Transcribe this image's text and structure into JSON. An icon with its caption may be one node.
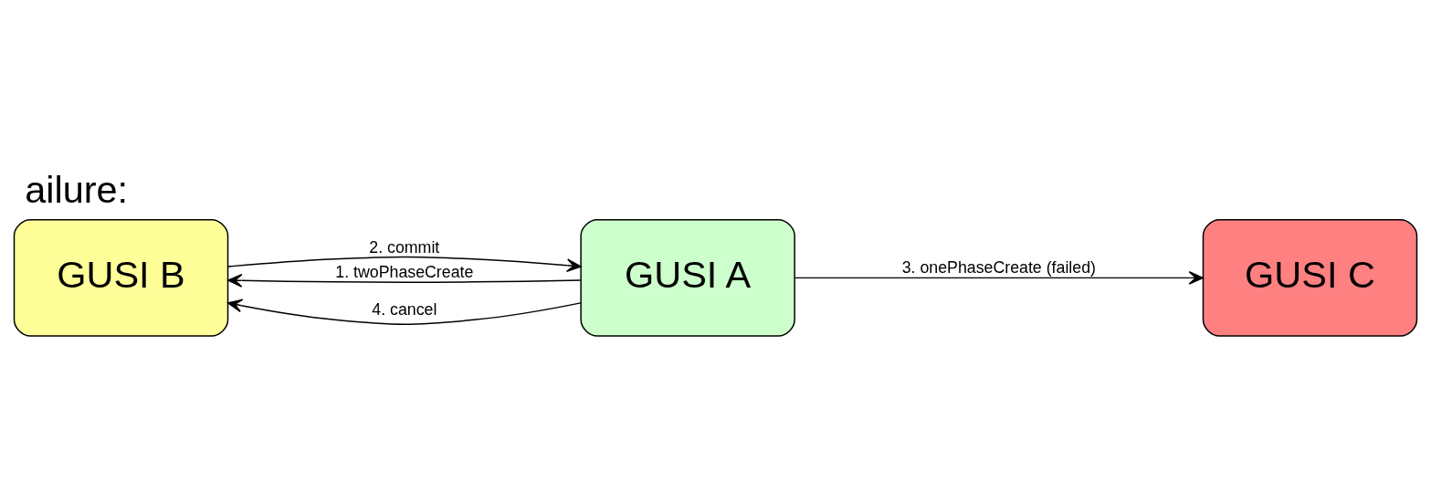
{
  "diagram": {
    "title": "ailure:",
    "nodes": [
      {
        "text": [
          "GUSI B"
        ]
      },
      {
        "text": [
          "GUSI A"
        ]
      },
      {
        "text": [
          "GUSI C"
        ]
      }
    ],
    "edges": [
      {
        "from": 1,
        "to": 0,
        "arrow": "to",
        "label": "1. twoPhaseCreate"
      },
      {
        "from": 0,
        "to": 1,
        "arrow": "to",
        "label": "2. commit"
      },
      {
        "from": 1,
        "to": 2,
        "arrow": "to",
        "label": "3. onePhaseCreate (failed)"
      },
      {
        "from": 1,
        "to": 0,
        "arrow": "to",
        "label": "4. cancel"
      }
    ]
  }
}
